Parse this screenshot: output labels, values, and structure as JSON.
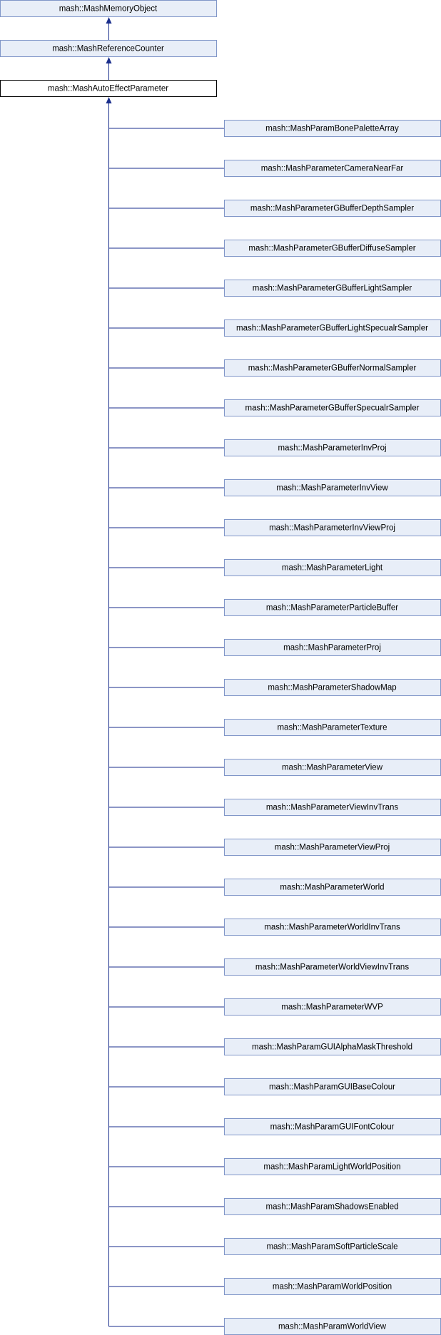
{
  "ancestors": [
    "mash::MashMemoryObject",
    "mash::MashReferenceCounter"
  ],
  "focus_class": "mash::MashAutoEffectParameter",
  "derived_classes": [
    "mash::MashParamBonePaletteArray",
    "mash::MashParameterCameraNearFar",
    "mash::MashParameterGBufferDepthSampler",
    "mash::MashParameterGBufferDiffuseSampler",
    "mash::MashParameterGBufferLightSampler",
    "mash::MashParameterGBufferLightSpecualrSampler",
    "mash::MashParameterGBufferNormalSampler",
    "mash::MashParameterGBufferSpecualrSampler",
    "mash::MashParameterInvProj",
    "mash::MashParameterInvView",
    "mash::MashParameterInvViewProj",
    "mash::MashParameterLight",
    "mash::MashParameterParticleBuffer",
    "mash::MashParameterProj",
    "mash::MashParameterShadowMap",
    "mash::MashParameterTexture",
    "mash::MashParameterView",
    "mash::MashParameterViewInvTrans",
    "mash::MashParameterViewProj",
    "mash::MashParameterWorld",
    "mash::MashParameterWorldInvTrans",
    "mash::MashParameterWorldViewInvTrans",
    "mash::MashParameterWVP",
    "mash::MashParamGUIAlphaMaskThreshold",
    "mash::MashParamGUIBaseColour",
    "mash::MashParamGUIFontColour",
    "mash::MashParamLightWorldPosition",
    "mash::MashParamShadowsEnabled",
    "mash::MashParamSoftParticleScale",
    "mash::MashParamWorldPosition",
    "mash::MashParamWorldView"
  ],
  "colors": {
    "node_fill": "#e8eef8",
    "node_border": "#8096c8",
    "edge": "#1a2e8c"
  }
}
